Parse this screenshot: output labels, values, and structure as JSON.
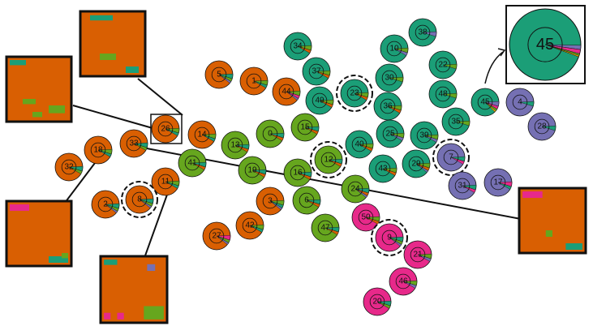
{
  "colors": {
    "orange": "#d95f02",
    "green": "#66a61e",
    "teal": "#1b9e77",
    "purple": "#7570b3",
    "pink": "#e7298a",
    "yellow": "#e6ab02",
    "black": "#111111"
  },
  "nodes": [
    {
      "id": "34",
      "color": "teal",
      "slices": [
        "green",
        "orange"
      ],
      "dashed": false
    },
    {
      "id": "38",
      "color": "teal",
      "slices": [
        "purple"
      ],
      "dashed": false
    },
    {
      "id": "10",
      "color": "teal",
      "slices": [
        "green",
        "purple"
      ],
      "dashed": false
    },
    {
      "id": "22",
      "color": "teal",
      "slices": [
        "green"
      ],
      "dashed": false
    },
    {
      "id": "5",
      "color": "orange",
      "slices": [
        "teal",
        "green",
        "purple"
      ],
      "dashed": false
    },
    {
      "id": "1",
      "color": "orange",
      "slices": [
        "green",
        "teal"
      ],
      "dashed": false
    },
    {
      "id": "44",
      "color": "orange",
      "slices": [
        "green",
        "pink",
        "purple"
      ],
      "dashed": false
    },
    {
      "id": "37",
      "color": "teal",
      "slices": [
        "green",
        "orange"
      ],
      "dashed": false
    },
    {
      "id": "30",
      "color": "teal",
      "slices": [
        "green"
      ],
      "dashed": false
    },
    {
      "id": "48",
      "color": "teal",
      "slices": [
        "green"
      ],
      "dashed": false
    },
    {
      "id": "49",
      "color": "teal",
      "slices": [
        "green",
        "orange"
      ],
      "dashed": false
    },
    {
      "id": "23",
      "color": "teal",
      "slices": [
        "green",
        "orange"
      ],
      "dashed": true
    },
    {
      "id": "36",
      "color": "teal",
      "slices": [
        "green",
        "orange"
      ],
      "dashed": false
    },
    {
      "id": "45",
      "color": "teal",
      "slices": [
        "purple",
        "pink",
        "green",
        "yellow"
      ],
      "dashed": false
    },
    {
      "id": "4",
      "color": "purple",
      "slices": [
        "teal"
      ],
      "dashed": false
    },
    {
      "id": "35",
      "color": "teal",
      "slices": [
        "green"
      ],
      "dashed": false
    },
    {
      "id": "28",
      "color": "purple",
      "slices": [
        "teal"
      ],
      "dashed": false
    },
    {
      "id": "26",
      "color": "orange",
      "slices": [
        "green",
        "teal"
      ],
      "dashed": false
    },
    {
      "id": "14",
      "color": "orange",
      "slices": [
        "green",
        "teal"
      ],
      "dashed": false
    },
    {
      "id": "15",
      "color": "green",
      "slices": [
        "teal",
        "orange"
      ],
      "dashed": false
    },
    {
      "id": "0",
      "color": "green",
      "slices": [
        "teal",
        "orange"
      ],
      "dashed": false
    },
    {
      "id": "13",
      "color": "green",
      "slices": [
        "teal",
        "orange"
      ],
      "dashed": false
    },
    {
      "id": "25",
      "color": "teal",
      "slices": [
        "green",
        "purple"
      ],
      "dashed": false
    },
    {
      "id": "39",
      "color": "teal",
      "slices": [
        "green",
        "purple"
      ],
      "dashed": false
    },
    {
      "id": "40",
      "color": "teal",
      "slices": [
        "green",
        "orange"
      ],
      "dashed": false
    },
    {
      "id": "33",
      "color": "orange",
      "slices": [
        "teal",
        "green"
      ],
      "dashed": false
    },
    {
      "id": "18",
      "color": "orange",
      "slices": [
        "green",
        "teal"
      ],
      "dashed": false
    },
    {
      "id": "32",
      "color": "orange",
      "slices": [
        "teal",
        "green"
      ],
      "dashed": false
    },
    {
      "id": "41",
      "color": "green",
      "slices": [
        "teal",
        "orange"
      ],
      "dashed": false
    },
    {
      "id": "19",
      "color": "green",
      "slices": [
        "teal",
        "orange"
      ],
      "dashed": false
    },
    {
      "id": "12",
      "color": "green",
      "slices": [
        "teal",
        "orange"
      ],
      "dashed": true
    },
    {
      "id": "16",
      "color": "green",
      "slices": [
        "teal",
        "orange"
      ],
      "dashed": false
    },
    {
      "id": "43",
      "color": "teal",
      "slices": [
        "green",
        "orange"
      ],
      "dashed": false
    },
    {
      "id": "29",
      "color": "teal",
      "slices": [
        "green",
        "orange",
        "purple"
      ],
      "dashed": false
    },
    {
      "id": "7",
      "color": "purple",
      "slices": [
        "teal",
        "pink"
      ],
      "dashed": true
    },
    {
      "id": "31",
      "color": "purple",
      "slices": [
        "teal",
        "pink"
      ],
      "dashed": false
    },
    {
      "id": "17",
      "color": "purple",
      "slices": [
        "pink",
        "teal"
      ],
      "dashed": false
    },
    {
      "id": "11",
      "color": "orange",
      "slices": [
        "green",
        "teal"
      ],
      "dashed": false
    },
    {
      "id": "8",
      "color": "orange",
      "slices": [
        "teal",
        "green",
        "purple"
      ],
      "dashed": true
    },
    {
      "id": "2",
      "color": "orange",
      "slices": [
        "teal",
        "green",
        "purple"
      ],
      "dashed": false
    },
    {
      "id": "24",
      "color": "green",
      "slices": [
        "teal",
        "orange",
        "purple"
      ],
      "dashed": false
    },
    {
      "id": "6",
      "color": "green",
      "slices": [
        "teal",
        "orange"
      ],
      "dashed": false
    },
    {
      "id": "3",
      "color": "orange",
      "slices": [
        "green",
        "teal",
        "purple"
      ],
      "dashed": false
    },
    {
      "id": "42",
      "color": "orange",
      "slices": [
        "green",
        "teal"
      ],
      "dashed": false
    },
    {
      "id": "27",
      "color": "orange",
      "slices": [
        "pink",
        "green",
        "purple"
      ],
      "dashed": false
    },
    {
      "id": "47",
      "color": "green",
      "slices": [
        "teal",
        "orange"
      ],
      "dashed": false
    },
    {
      "id": "50",
      "color": "pink",
      "slices": [
        "green",
        "orange"
      ],
      "dashed": false
    },
    {
      "id": "9",
      "color": "pink",
      "slices": [
        "teal",
        "green",
        "purple"
      ],
      "dashed": true
    },
    {
      "id": "21",
      "color": "pink",
      "slices": [
        "green",
        "purple"
      ],
      "dashed": false
    },
    {
      "id": "46",
      "color": "pink",
      "slices": [
        "green",
        "purple"
      ],
      "dashed": false
    },
    {
      "id": "20",
      "color": "pink",
      "slices": [
        "teal",
        "green"
      ],
      "dashed": false
    }
  ],
  "zoom": {
    "label": "45",
    "color": "teal",
    "slices": [
      "purple",
      "pink",
      "green",
      "yellow"
    ]
  },
  "thumbnails": [
    {
      "name": "thumbnail-top",
      "base": "orange",
      "patches": [
        "teal",
        "green",
        "teal"
      ]
    },
    {
      "name": "thumbnail-left-upper",
      "base": "orange",
      "patches": [
        "teal",
        "green",
        "green",
        "green"
      ]
    },
    {
      "name": "thumbnail-left-lower",
      "base": "orange",
      "patches": [
        "pink",
        "teal",
        "green"
      ]
    },
    {
      "name": "thumbnail-bottom",
      "base": "orange",
      "patches": [
        "teal",
        "purple",
        "green",
        "pink",
        "pink"
      ]
    },
    {
      "name": "thumbnail-right",
      "base": "orange",
      "patches": [
        "pink",
        "green",
        "teal"
      ]
    }
  ]
}
